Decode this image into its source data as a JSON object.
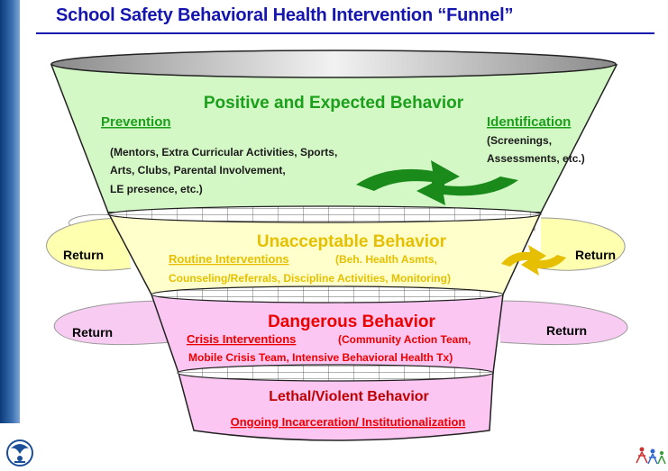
{
  "title": "School Safety Behavioral Health Intervention “Funnel”",
  "colors": {
    "green_section": "#d4f7c6",
    "yellow_section": "#ffffcc",
    "pink_section": "#fbc6f2",
    "green_text": "#1aa01a",
    "yellow_text": "#e6c000",
    "red_text": "#ee0000",
    "dark_red_text": "#c00000",
    "title_blue": "#1515b0"
  },
  "sections": {
    "positive": {
      "heading": "Positive and Expected Behavior",
      "prevention_label": "Prevention",
      "prevention_lines": [
        "(Mentors, Extra Curricular Activities, Sports,",
        "Arts, Clubs, Parental Involvement,",
        "LE presence, etc.)"
      ],
      "identification_label": "Identification",
      "identification_lines": [
        "(Screenings,",
        "Assessments, etc.)"
      ]
    },
    "unacceptable": {
      "heading": "Unacceptable Behavior",
      "label": "Routine Interventions",
      "line1_rest": "(Beh. Health Asmts,",
      "line2": "Counseling/Referrals, Discipline Activities, Monitoring)"
    },
    "dangerous": {
      "heading": "Dangerous Behavior",
      "label": "Crisis Interventions",
      "line1_rest": "(Community Action Team,",
      "line2": "Mobile Crisis Team, Intensive Behavioral Health Tx)"
    },
    "lethal": {
      "heading": "Lethal/Violent  Behavior",
      "label": "Ongoing Incarceration/ Institutionalization"
    }
  },
  "return_arrows": {
    "left_upper": "Return",
    "right_upper": "Return",
    "left_lower": "Return",
    "right_lower": "Return"
  },
  "icons": [
    "hhs-eagle-logo-icon",
    "people-figures-logo-icon",
    "green-cycle-arrows-icon",
    "yellow-cycle-arrows-icon"
  ]
}
